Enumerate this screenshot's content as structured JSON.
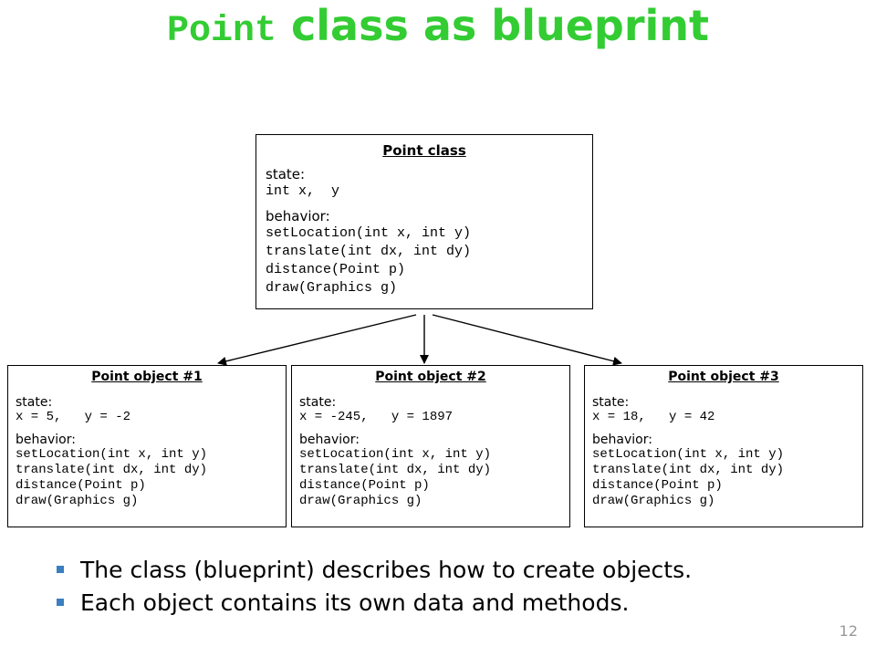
{
  "title": {
    "code_part": "Point",
    "text_part": " class as blueprint"
  },
  "class_box": {
    "heading": "Point class",
    "state_label": "state:",
    "state_lines": [
      "int x,  y"
    ],
    "behavior_label": "behavior:",
    "behavior_lines": [
      "setLocation(int x, int y)",
      "translate(int dx, int dy)",
      "distance(Point p)",
      "draw(Graphics g)"
    ]
  },
  "objects": [
    {
      "heading": "Point object #1",
      "state_label": "state:",
      "state_line": "x = 5,   y = -2",
      "behavior_label": "behavior:",
      "behavior_lines": [
        "setLocation(int x, int y)",
        "translate(int dx, int dy)",
        "distance(Point p)",
        "draw(Graphics g)"
      ]
    },
    {
      "heading": "Point object #2",
      "state_label": "state:",
      "state_line": "x = -245,   y = 1897",
      "behavior_label": "behavior:",
      "behavior_lines": [
        "setLocation(int x, int y)",
        "translate(int dx, int dy)",
        "distance(Point p)",
        "draw(Graphics g)"
      ]
    },
    {
      "heading": "Point object #3",
      "state_label": "state:",
      "state_line": "x = 18,   y = 42",
      "behavior_label": "behavior:",
      "behavior_lines": [
        "setLocation(int x, int y)",
        "translate(int dx, int dy)",
        "distance(Point p)",
        "draw(Graphics g)"
      ]
    }
  ],
  "bullets": [
    "The class (blueprint) describes how to create objects.",
    "Each object contains its own data and methods."
  ],
  "page_number": "12",
  "colors": {
    "title": "#33cc33",
    "bullet": "#3a7fc0"
  }
}
